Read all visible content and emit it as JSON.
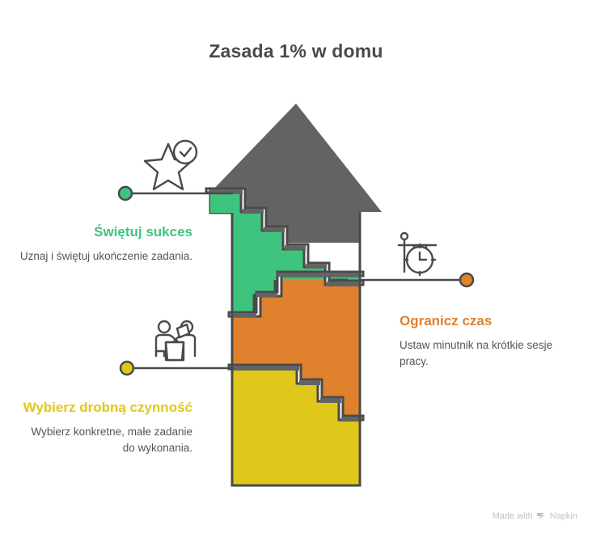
{
  "title": "Zasada 1% w domu",
  "colors": {
    "green": "#3fc47f",
    "orange": "#df812d",
    "yellow": "#dfc81a",
    "gray": "#636363",
    "outline": "#4a4a4a",
    "text": "#555555",
    "background": "#ffffff"
  },
  "steps": [
    {
      "id": "celebrate",
      "heading": "Świętuj sukces",
      "description": "Uznaj i świętuj ukończenie zadania.",
      "color": "#3fc47f",
      "icon": "star-check-icon",
      "side": "left"
    },
    {
      "id": "limit-time",
      "heading": "Ogranicz czas",
      "description": "Ustaw minutnik na krótkie sesje pracy.",
      "color": "#df812d",
      "icon": "hanging-clock-icon",
      "side": "right"
    },
    {
      "id": "small-task",
      "heading": "Wybierz drobną czynność",
      "description": "Wybierz konkretne, małe zadanie do wykonania.",
      "color": "#dfc81a",
      "icon": "two-people-icon",
      "side": "left"
    }
  ],
  "footer": {
    "prefix": "Made with",
    "brand": "Napkin"
  }
}
